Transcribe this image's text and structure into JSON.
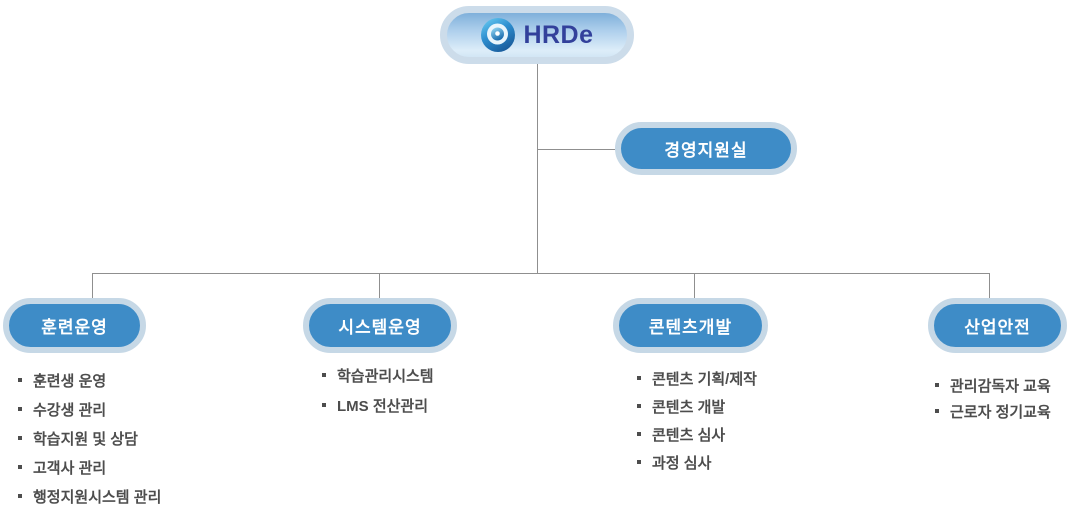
{
  "org": {
    "root": {
      "label": "HRDe",
      "logo_icon": "hrde-swirl-logo-icon"
    },
    "staff": {
      "label": "경영지원실"
    },
    "departments": [
      {
        "label": "훈련운영",
        "items": [
          "훈련생 운영",
          "수강생 관리",
          "학습지원 및 상담",
          "고객사 관리",
          "행정지원시스템 관리"
        ]
      },
      {
        "label": "시스템운영",
        "items": [
          "학습관리시스템",
          "LMS 전산관리"
        ]
      },
      {
        "label": "콘텐츠개발",
        "items": [
          "콘텐츠 기획/제작",
          "콘텐츠 개발",
          "콘텐츠 심사",
          "과정 심사"
        ]
      },
      {
        "label": "산업안전",
        "items": [
          "관리감독자 교육",
          "근로자 정기교육"
        ]
      }
    ],
    "colors": {
      "node_fill": "#3e8cc7",
      "node_ring": "#c6d8e6",
      "node_text": "#ffffff",
      "root_text": "#32409b",
      "root_ring": "#ccdcea",
      "list_text": "#4d4d4d",
      "connector_line": "#8f8f8f",
      "background": "#ffffff"
    }
  }
}
